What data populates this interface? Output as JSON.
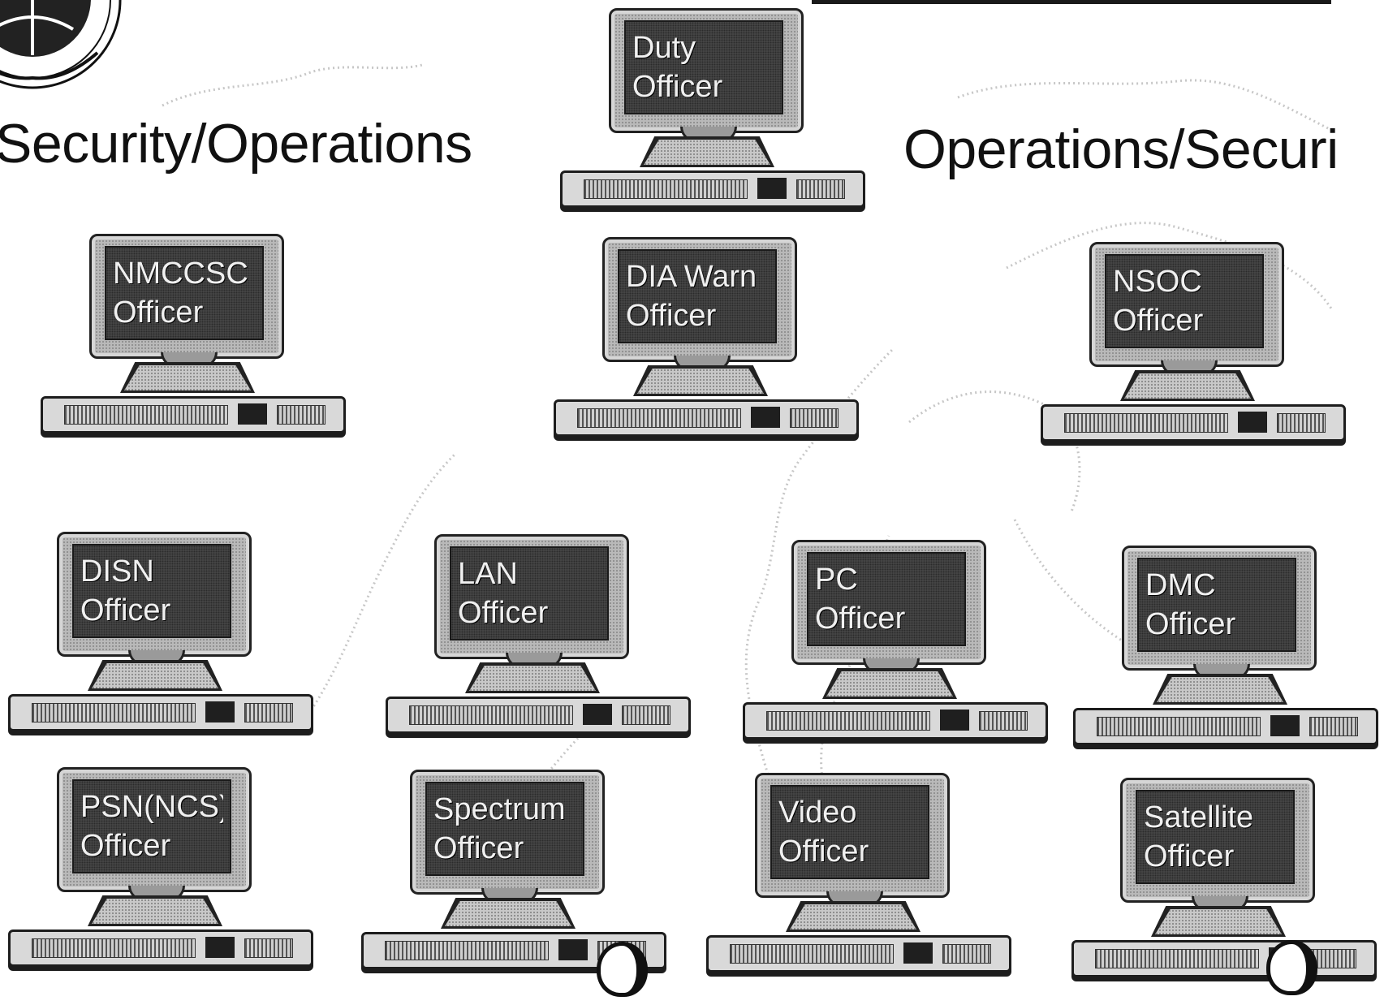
{
  "headings": {
    "left": "Security/Operations",
    "right": "Operations/Securi"
  },
  "workstations": [
    {
      "id": "duty",
      "line1": "Duty",
      "line2": "Officer"
    },
    {
      "id": "nmccsc",
      "line1": "NMCCSC",
      "line2": "Officer"
    },
    {
      "id": "dia-warn",
      "line1": "DIA Warn",
      "line2": "Officer"
    },
    {
      "id": "nsoc",
      "line1": "NSOC",
      "line2": "Officer"
    },
    {
      "id": "disn",
      "line1": "DISN",
      "line2": "Officer"
    },
    {
      "id": "lan",
      "line1": "LAN",
      "line2": "Officer"
    },
    {
      "id": "pc",
      "line1": "PC",
      "line2": "Officer"
    },
    {
      "id": "dmc",
      "line1": "DMC",
      "line2": "Officer"
    },
    {
      "id": "psn",
      "line1": "PSN(NCS)",
      "line2": "Officer"
    },
    {
      "id": "spectrum",
      "line1": "Spectrum",
      "line2": "Officer"
    },
    {
      "id": "video",
      "line1": "Video",
      "line2": "Officer"
    },
    {
      "id": "satellite",
      "line1": "Satellite",
      "line2": "Officer"
    }
  ],
  "icons": {
    "seal": "seal-emblem",
    "workstation": "computer-workstation-icon",
    "mouse": "mouse-icon",
    "background": "world-map-outline"
  },
  "colors": {
    "ink": "#111111",
    "screen": "#4a4a4a",
    "screen_text": "#f0f0f0",
    "monitor_frame": "#b9b9b9"
  }
}
